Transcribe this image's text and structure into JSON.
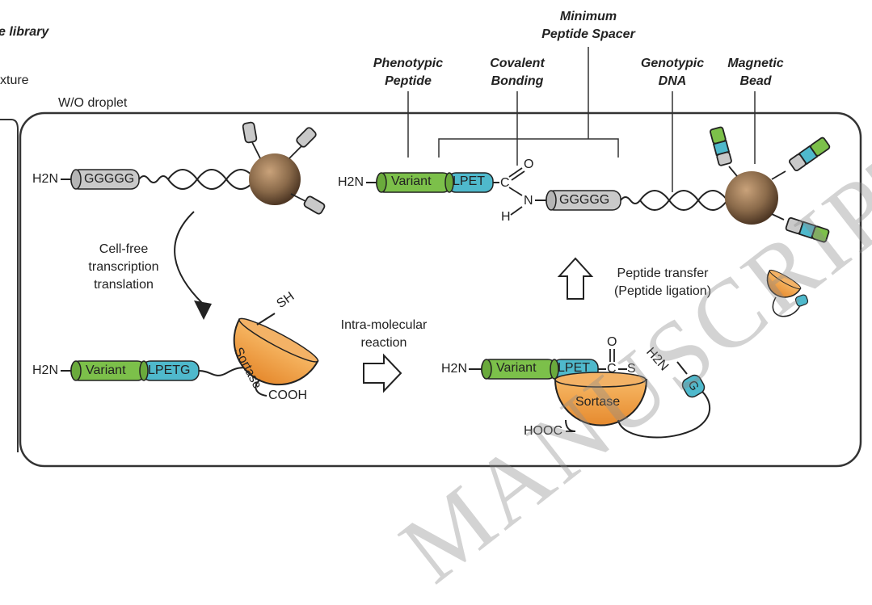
{
  "panel": {
    "left_partial_labels": [
      "e library",
      "xture"
    ],
    "droplet_label": "W/O droplet"
  },
  "headers": {
    "phenotypic_peptide": [
      "Phenotypic",
      "Peptide"
    ],
    "covalent_bonding": [
      "Covalent",
      "Bonding"
    ],
    "minimum_spacer": [
      "Minimum",
      "Peptide Spacer"
    ],
    "genotypic_dna": [
      "Genotypic",
      "DNA"
    ],
    "magnetic_bead": [
      "Magnetic",
      "Bead"
    ]
  },
  "constructs": {
    "h2n": "H2N",
    "ggggg": "GGGGG",
    "variant": "Variant",
    "lpet": "LPET",
    "lpetg": "LPETG",
    "g": "G",
    "sortase": "Sortase",
    "sh": "SH",
    "cooh": "COOH",
    "hooc": "HOOC",
    "atom_c": "C",
    "atom_o": "O",
    "atom_n": "N",
    "atom_h": "H",
    "atom_s": "S"
  },
  "steps": {
    "cellfree": [
      "Cell-free",
      "transcription",
      "translation"
    ],
    "intramolecular": [
      "Intra-molecular",
      "reaction"
    ],
    "peptide_transfer": [
      "Peptide transfer",
      "(Peptide ligation)"
    ]
  },
  "watermark": "MANUSCRIPT",
  "colors": {
    "green": "#7cc04a",
    "blue": "#4fb9cc",
    "gray_cyl": "#c9c9c9",
    "bead": "#8a6a4a",
    "sortase": "#f5a44a",
    "frame": "#333333"
  }
}
